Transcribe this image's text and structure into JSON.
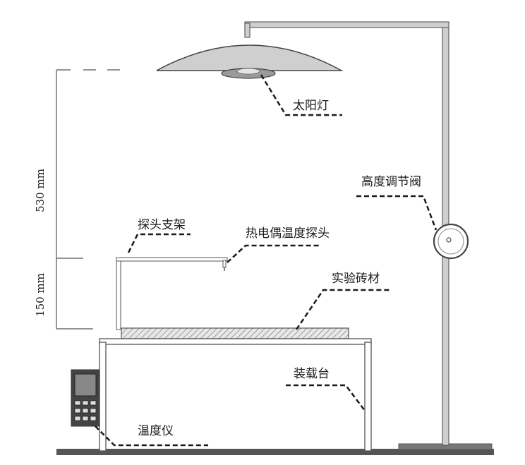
{
  "labels": {
    "sun_lamp": "太阳灯",
    "height_valve": "高度调节阀",
    "probe_bracket": "探头支架",
    "thermocouple_probe": "热电偶温度探头",
    "test_brick": "实验砖材",
    "loading_platform": "装载台",
    "thermometer": "温度仪"
  },
  "dimensions": {
    "lamp_height": "530 mm",
    "probe_height": "150 mm"
  },
  "colors": {
    "lamp_fill": "#cfcfcf",
    "pole_fill": "#cfcfcf",
    "ground_fill": "#555555",
    "line": "#1a1a1a"
  }
}
